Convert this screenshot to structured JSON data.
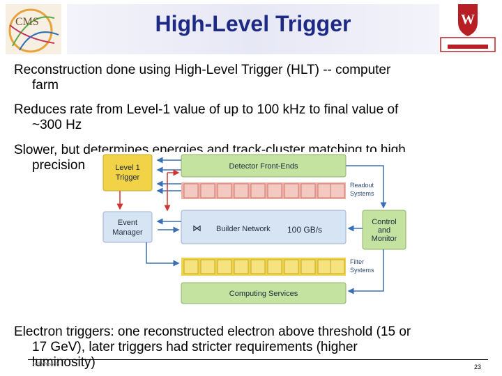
{
  "slide": {
    "title": "High-Level Trigger",
    "bullets": [
      {
        "line1": "Reconstruction done using High-Level Trigger (HLT) -- computer",
        "line2": "farm"
      },
      {
        "line1": "Reduces rate from Level-1 value of up to 100 kHz to final value of",
        "line2": "~300 Hz"
      },
      {
        "line1": "Slower, but determines energies and track-cluster matching to high",
        "line2": "precision"
      },
      {
        "line1": "Electron triggers: one reconstructed electron above threshold (15 or",
        "line2": "17 GeV), later triggers had stricter requirements (higher",
        "line3": "luminosity)"
      }
    ],
    "page_number": "23",
    "footer_left": "Jeff Wessels"
  },
  "diagram": {
    "level1_trigger": "Level 1\nTrigger",
    "detector_front_ends": "Detector Front-Ends",
    "readout_systems": "Readout\nSystems",
    "event_manager": "Event\nManager",
    "builder_network": "Builder Network",
    "rate": "100 GB/s",
    "control_monitor": "Control\nand\nMonitor",
    "filter_systems": "Filter\nSystems",
    "computing_services": "Computing Services"
  },
  "colors": {
    "title": "#1c2a86",
    "yellow_box": "#f2d347",
    "blue_box": "#d6e4f3",
    "green_box": "#c4e2a0",
    "pink_box": "#f0b2a8",
    "arrow_blue": "#3b6fb5",
    "arrow_red": "#d0342c"
  }
}
